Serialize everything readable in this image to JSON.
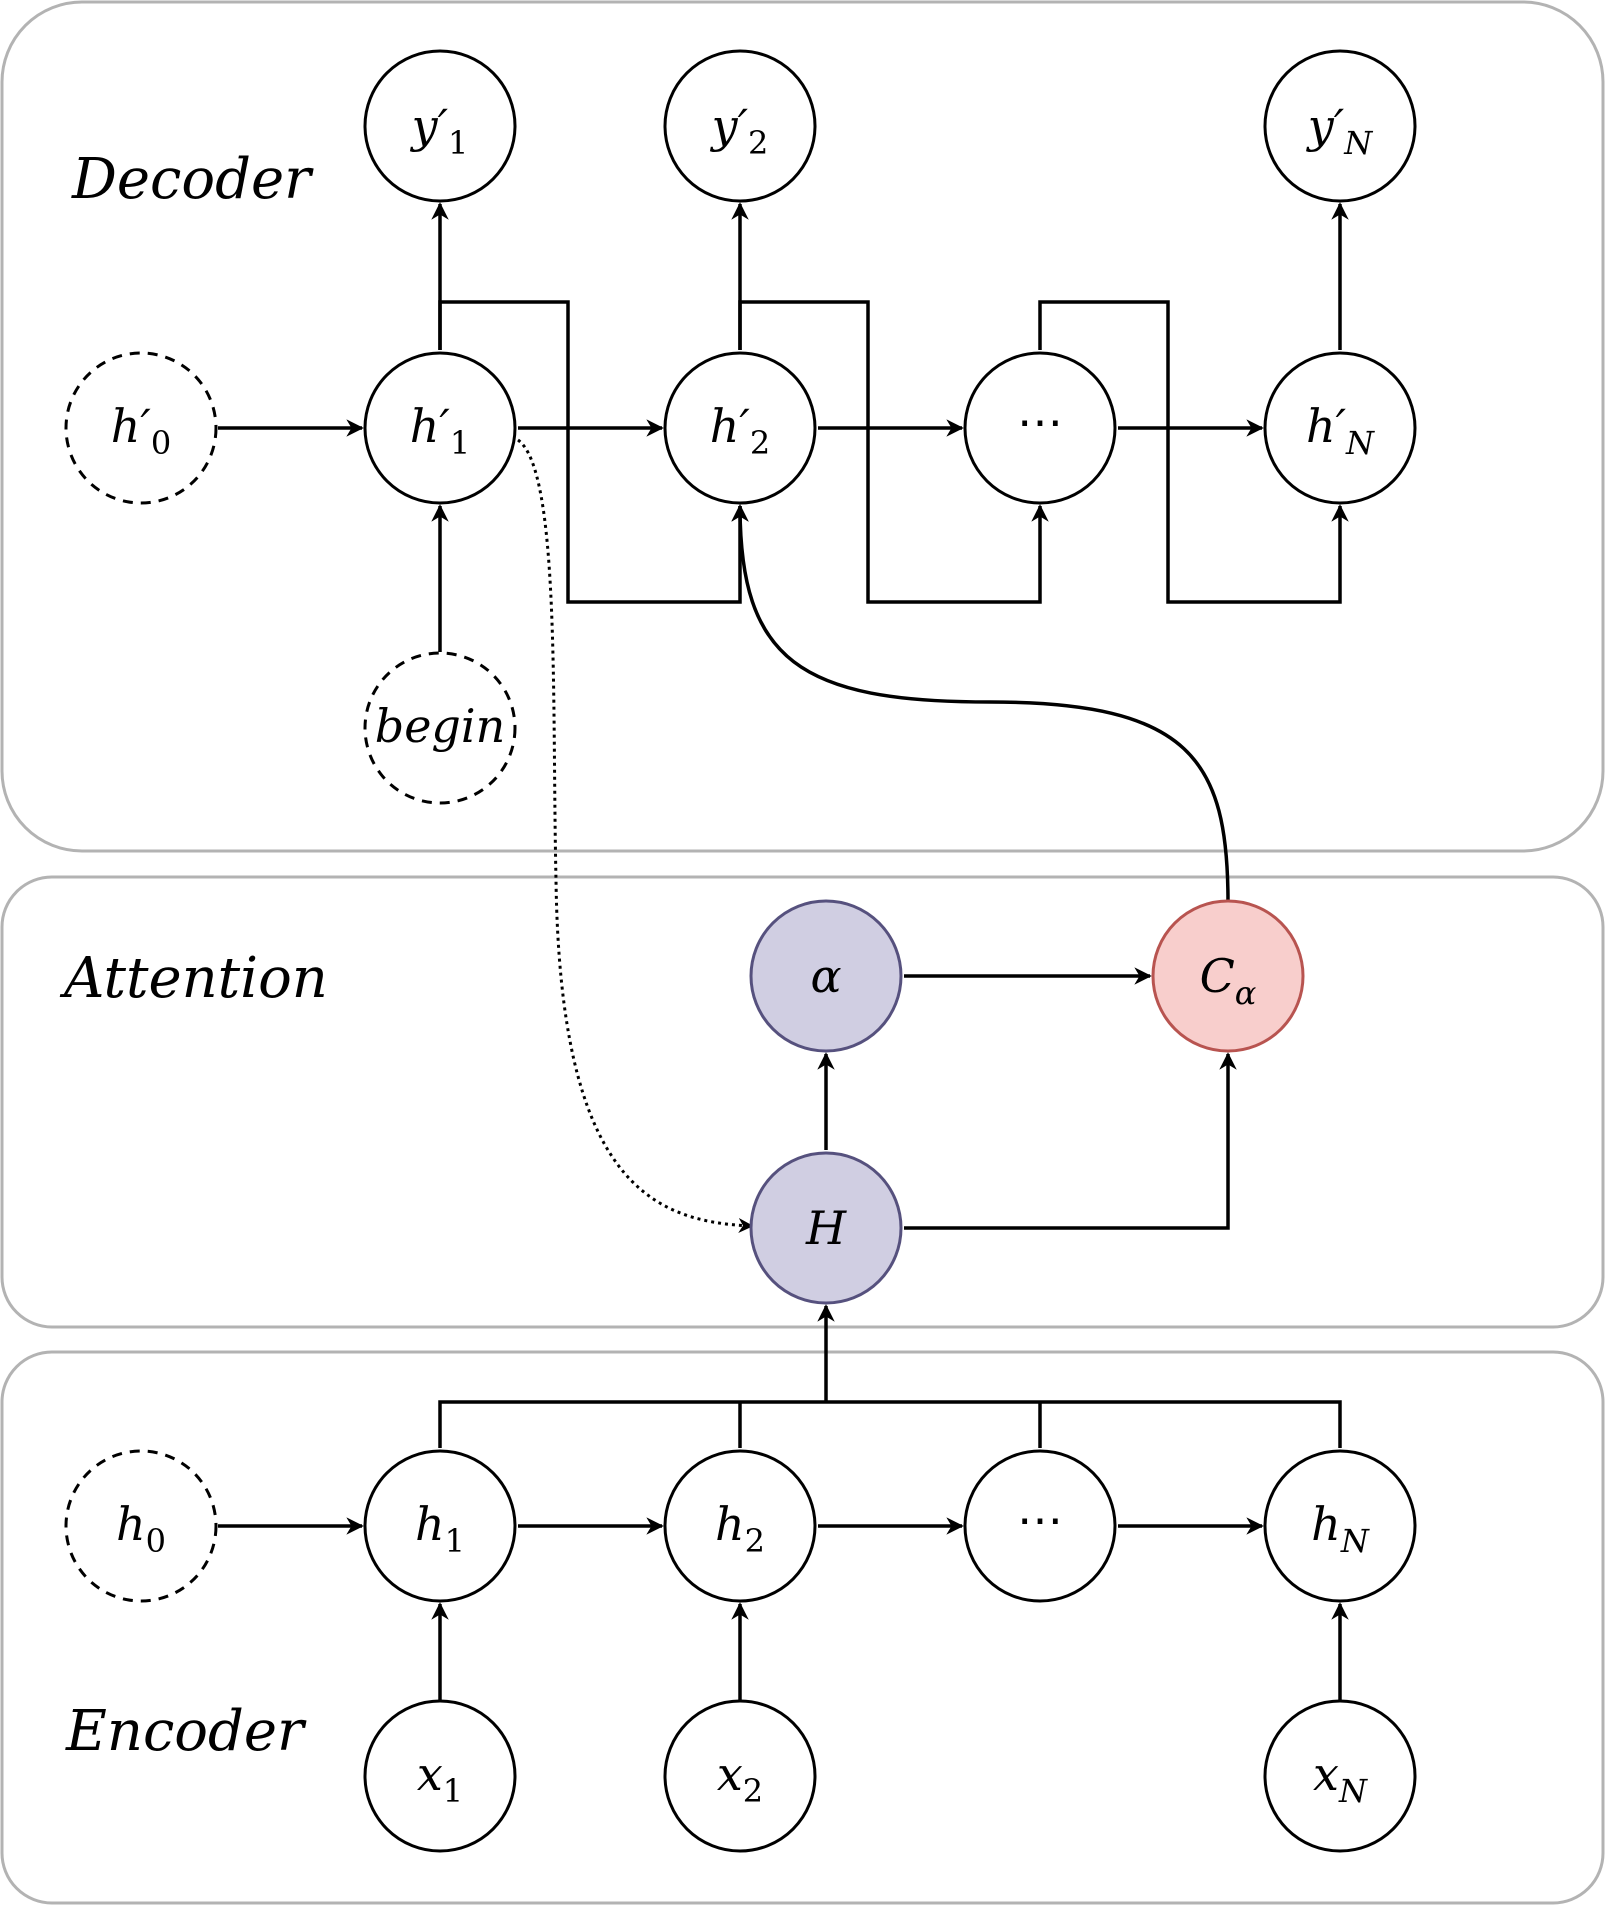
{
  "panels": {
    "decoder_label": "Decoder",
    "attention_label": "Attention",
    "encoder_label": "Encoder"
  },
  "decoder": {
    "outputs": [
      {
        "base": "y",
        "prime": "′",
        "sub": "1"
      },
      {
        "base": "y",
        "prime": "′",
        "sub": "2"
      },
      {
        "base": "y",
        "prime": "′",
        "sub": "N"
      }
    ],
    "initial_state": {
      "base": "h",
      "prime": "′",
      "sub": "0"
    },
    "states": [
      {
        "base": "h",
        "prime": "′",
        "sub": "1"
      },
      {
        "base": "h",
        "prime": "′",
        "sub": "2"
      },
      {
        "base": "⋯",
        "prime": "",
        "sub": ""
      },
      {
        "base": "h",
        "prime": "′",
        "sub": "N"
      }
    ],
    "begin_token": "begin"
  },
  "attention": {
    "alpha": {
      "base": "α",
      "sub": ""
    },
    "context": {
      "base": "C",
      "sub": "α"
    },
    "H": {
      "base": "H",
      "sub": ""
    }
  },
  "encoder": {
    "initial_state": {
      "base": "h",
      "sub": "0"
    },
    "states": [
      {
        "base": "h",
        "sub": "1"
      },
      {
        "base": "h",
        "sub": "2"
      },
      {
        "base": "⋯",
        "sub": ""
      },
      {
        "base": "h",
        "sub": "N"
      }
    ],
    "inputs": [
      {
        "base": "x",
        "sub": "1"
      },
      {
        "base": "x",
        "sub": "2"
      },
      {
        "base": "x",
        "sub": "N"
      }
    ]
  },
  "colors": {
    "panel_border": "#b3b3b3",
    "attention_node_fill": "#d0cee2",
    "attention_node_stroke": "#56517e",
    "context_node_fill": "#f8cecc",
    "context_node_stroke": "#b85450"
  }
}
